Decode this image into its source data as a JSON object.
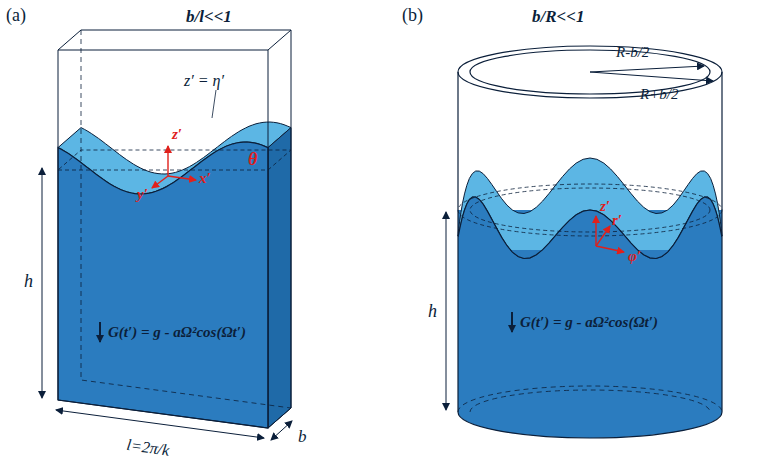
{
  "diagram": {
    "labels": [
      "(a)",
      "b/l<<1",
      "z′ = η′",
      "z′",
      "y′",
      "x′",
      "θ",
      "h",
      "G(t′) = g - aΩ²cos(Ωt′)",
      "l=2π/k",
      "b",
      "(b)",
      "b/R<<1",
      "R-b/2",
      "R+b/2",
      "z′",
      "r′",
      "φ′",
      "h",
      "G(t′) = g - aΩ²cos(Ωt′)"
    ]
  }
}
